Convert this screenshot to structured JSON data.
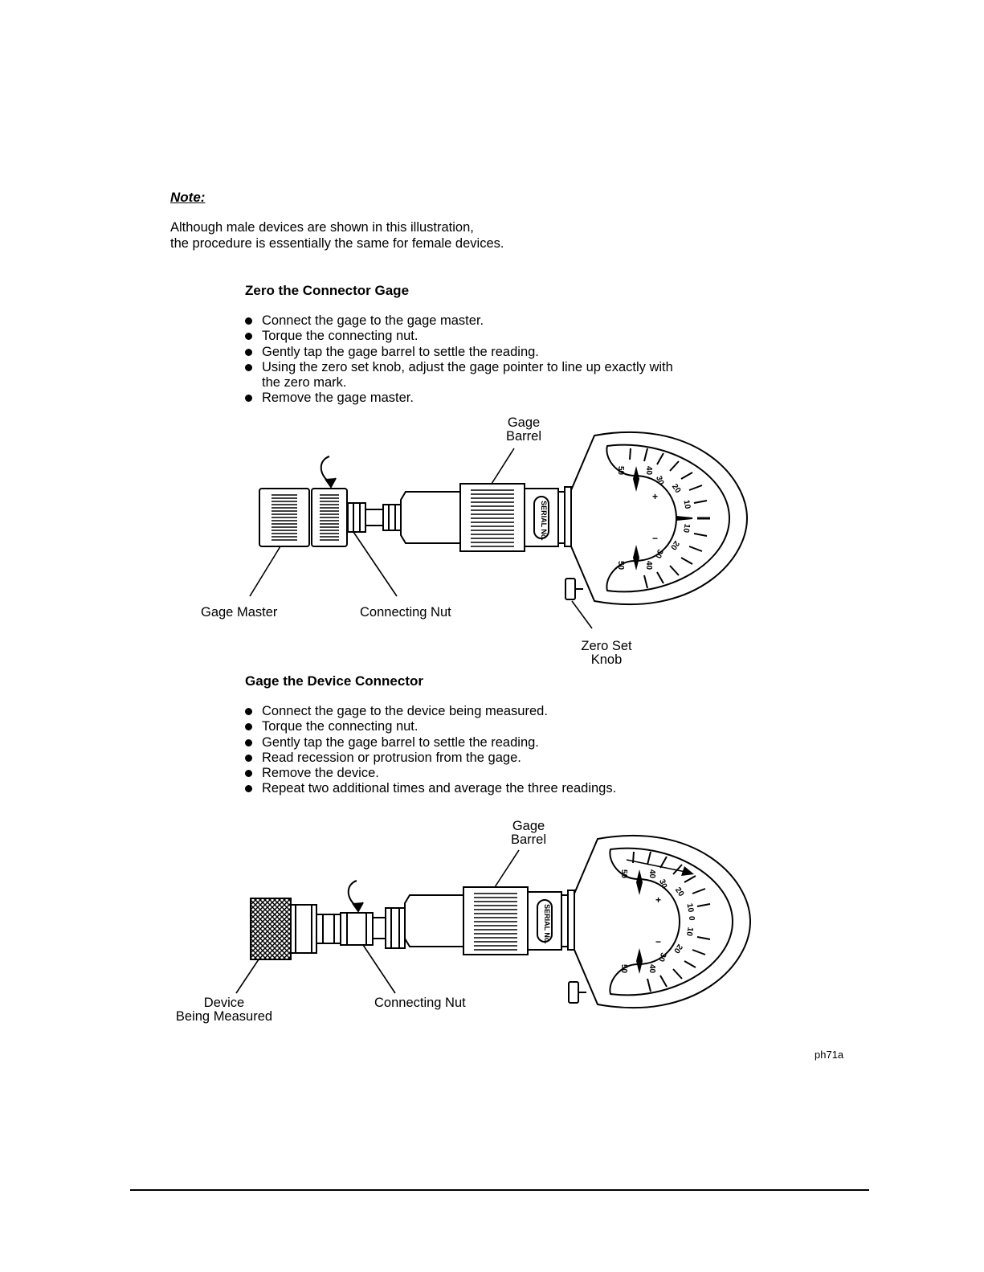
{
  "note": {
    "title": "Note:",
    "lines": [
      "Although male devices are shown in this illustration,",
      "the procedure is essentially the same for female devices."
    ]
  },
  "zero_section": {
    "heading": "Zero the Connector Gage",
    "bullets": [
      "Connect the gage to the gage master.",
      "Torque the connecting nut.",
      "Gently tap the gage barrel to settle the reading.",
      "Using the zero set knob, adjust the gage pointer to line up exactly with",
      "Remove the gage master."
    ],
    "bullet_continuation": "the zero mark.",
    "labels": {
      "gage_barrel_1": "Gage",
      "gage_barrel_2": "Barrel",
      "gage_master": "Gage Master",
      "connecting_nut": "Connecting Nut",
      "zero_set_1": "Zero Set",
      "zero_set_2": "Knob"
    }
  },
  "device_section": {
    "heading": "Gage the Device Connector",
    "bullets": [
      "Connect the gage to the device being measured.",
      "Torque the connecting nut.",
      "Gently tap the gage barrel to settle the reading.",
      "Read recession or protrusion from the gage.",
      "Remove the device.",
      "Repeat two additional times and average the three readings."
    ],
    "labels": {
      "gage_barrel_1": "Gage",
      "gage_barrel_2": "Barrel",
      "device_1": "Device",
      "device_2": "Being Measured",
      "connecting_nut": "Connecting Nut"
    }
  },
  "dial": {
    "serial_label": "SERIAL No.",
    "upper_numbers": [
      "50",
      "40",
      "30",
      "20",
      "10"
    ],
    "lower_numbers": [
      "10",
      "20",
      "30",
      "40",
      "50"
    ],
    "zero": "0",
    "minus_sign": "−",
    "plus_sign": "+"
  },
  "figure_id": "ph71a"
}
